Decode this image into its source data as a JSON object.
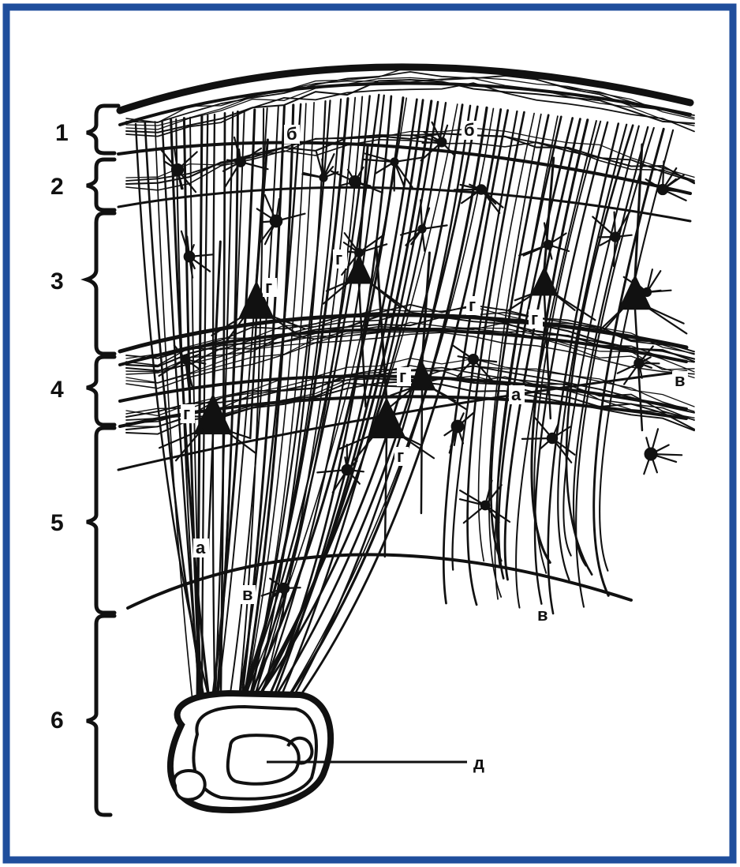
{
  "layers": [
    {
      "id": "1",
      "label": "1"
    },
    {
      "id": "2",
      "label": "2"
    },
    {
      "id": "3",
      "label": "3"
    },
    {
      "id": "4",
      "label": "4"
    },
    {
      "id": "5",
      "label": "5"
    },
    {
      "id": "6",
      "label": "6"
    }
  ],
  "letters": {
    "a": "а",
    "b": "б",
    "v": "в",
    "g": "г",
    "d": "д"
  },
  "colors": {
    "frame": "#1f4e9c",
    "ink": "#111111",
    "background": "#ffffff"
  }
}
